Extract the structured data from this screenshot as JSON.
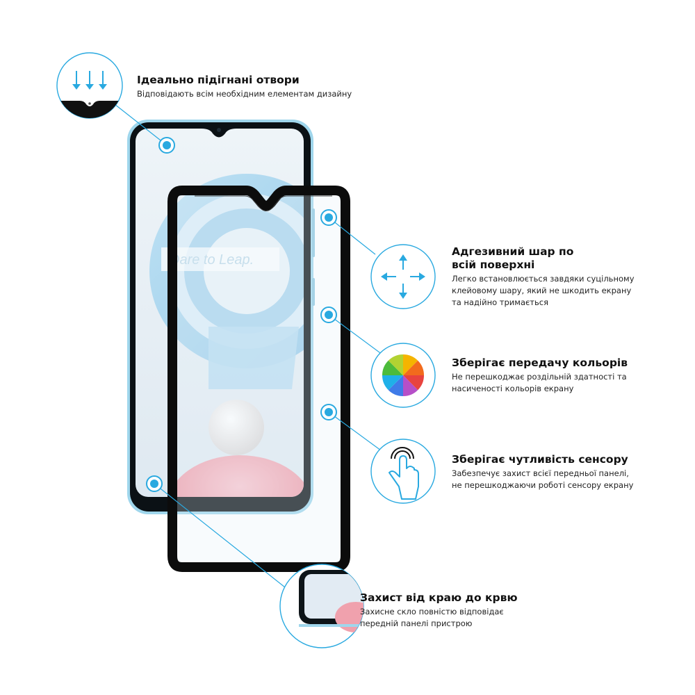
{
  "wallpaper": {
    "slogan": "Dare to Leap."
  },
  "features": [
    {
      "id": "holes",
      "title": "Ідеально підігнані отвори",
      "desc": [
        "Відповідають всім необхідним елементам дизайну"
      ],
      "icon": "notch-arrows-icon"
    },
    {
      "id": "adhesive",
      "title": "Адгезивний шар по всій поверхні",
      "title_lines": [
        "Адгезивний шар по",
        "всій поверхні"
      ],
      "desc": [
        "Легко встановлюється завдяки суцільному",
        "клейовому шару, який не шкодить екрану",
        "та надійно тримається"
      ],
      "icon": "move-arrows-icon"
    },
    {
      "id": "colors",
      "title": "Зберігає передачу кольорів",
      "desc": [
        "Не перешкоджає роздільній здатності та",
        "насиченості кольорів екрану"
      ],
      "icon": "color-wheel-icon"
    },
    {
      "id": "touch",
      "title": "Зберігає чутливість сенсору",
      "desc": [
        "Забезпечує захист всієї передньої панелі,",
        "не перешкоджаючи роботі сенсору екрану"
      ],
      "icon": "touch-hand-icon"
    },
    {
      "id": "edge",
      "title": "Захист від краю до крвю",
      "desc": [
        "Захисне скло повністю відповідає",
        "передній панелі пристрою"
      ],
      "icon": "phone-edge-icon"
    }
  ],
  "colors": {
    "accent": "#29a9e0",
    "frame": "#111111",
    "phone_body": "#a9dcef"
  }
}
